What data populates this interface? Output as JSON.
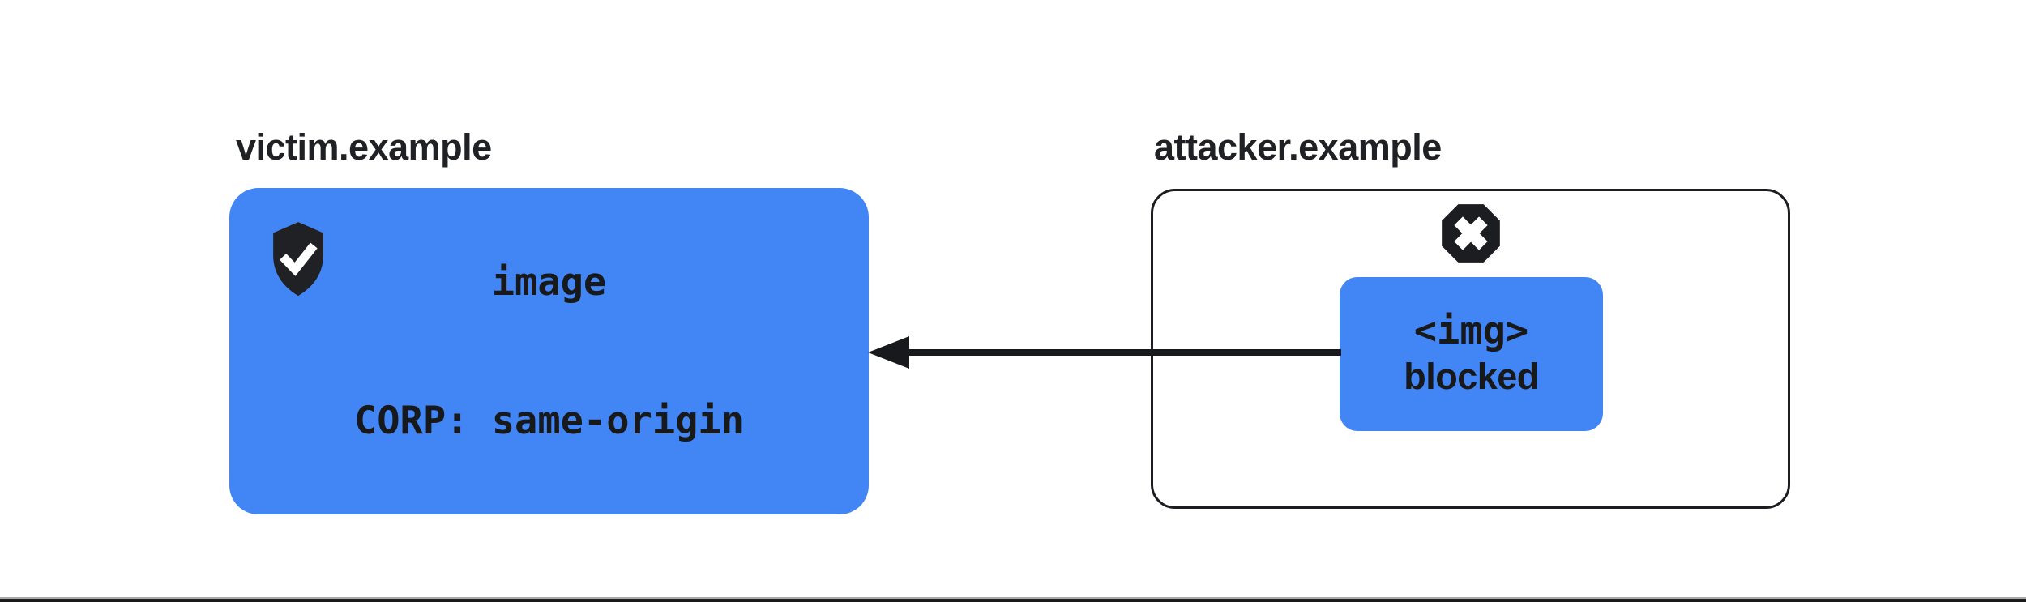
{
  "victim": {
    "label": "victim.example",
    "resource": {
      "line1": "image",
      "line2": "CORP: same-origin"
    },
    "badge_icon": "shield-check-icon"
  },
  "attacker": {
    "label": "attacker.example",
    "request": {
      "line1": "<img>",
      "line2": "blocked"
    },
    "badge_icon": "octagon-x-icon"
  },
  "colors": {
    "accent_blue": "#4285F4",
    "ink": "#202124"
  }
}
